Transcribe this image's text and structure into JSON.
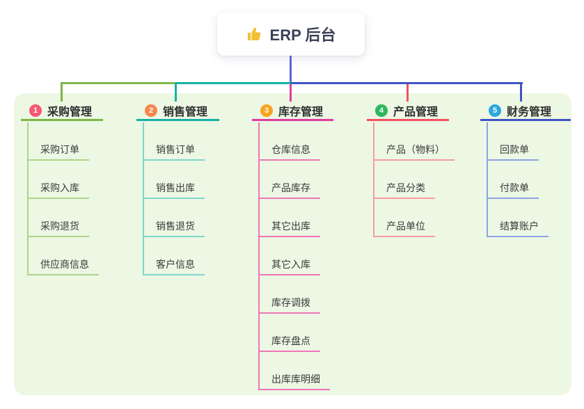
{
  "canvas": {
    "background": "#ffffff",
    "panel_background": "#ecf7e4"
  },
  "root": {
    "title": "ERP 后台",
    "icon": "thumbs-up-icon",
    "icon_color": "#f2c037",
    "stem_color": "#5a66d9"
  },
  "branches": [
    {
      "num": "1",
      "title": "采购管理",
      "badge_color": "#f65871",
      "line_color": "#7db843",
      "child_line_color": "#aed489",
      "children": [
        "采购订单",
        "采购入库",
        "采购退货",
        "供应商信息"
      ]
    },
    {
      "num": "2",
      "title": "销售管理",
      "badge_color": "#f8854d",
      "line_color": "#14b2a5",
      "child_line_color": "#7fd6ce",
      "children": [
        "销售订单",
        "销售出库",
        "销售退货",
        "客户信息"
      ]
    },
    {
      "num": "3",
      "title": "库存管理",
      "badge_color": "#f8a41f",
      "line_color": "#e13c9d",
      "child_line_color": "#f075b7",
      "children": [
        "仓库信息",
        "产品库存",
        "其它出库",
        "其它入库",
        "库存调拨",
        "库存盘点",
        "出库库明细"
      ]
    },
    {
      "num": "4",
      "title": "产品管理",
      "badge_color": "#2db85d",
      "line_color": "#f4515f",
      "child_line_color": "#f89ba1",
      "children": [
        "产品（物料）",
        "产品分类",
        "产品单位"
      ]
    },
    {
      "num": "5",
      "title": "财务管理",
      "badge_color": "#2ea7e0",
      "line_color": "#4053c6",
      "child_line_color": "#8ca3e3",
      "children": [
        "回款单",
        "付款单",
        "结算账户"
      ]
    }
  ]
}
